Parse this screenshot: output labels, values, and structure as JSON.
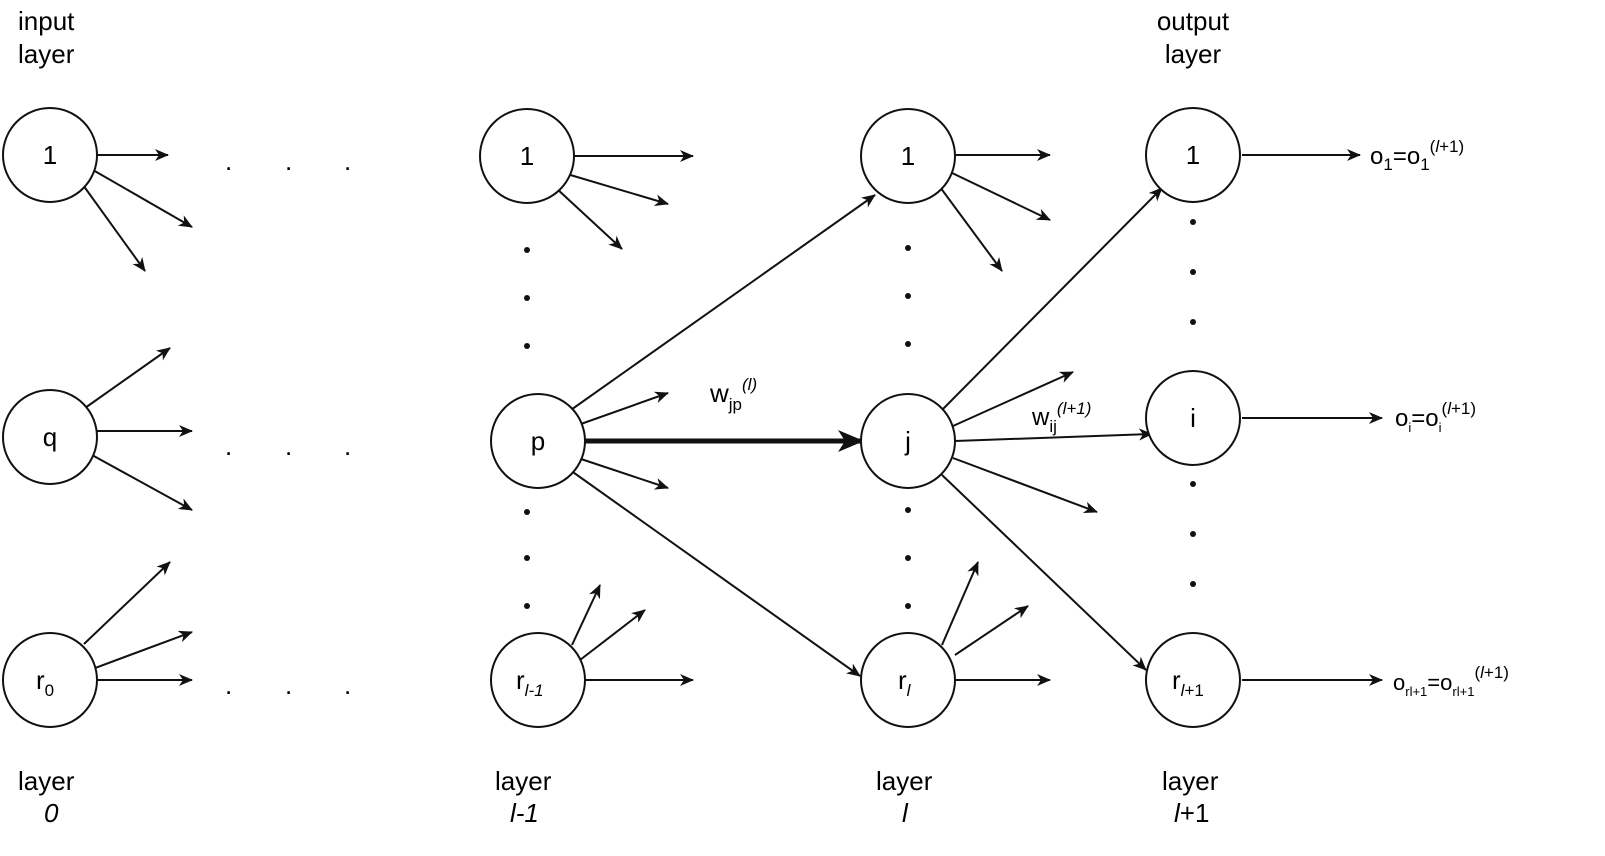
{
  "headers": {
    "input_top": [
      "input",
      "layer"
    ],
    "output_top": [
      "output",
      "layer"
    ]
  },
  "layers": {
    "layer0": {
      "word": "layer",
      "index": "0"
    },
    "layer_l_minus_1": {
      "word": "layer",
      "index": "l-1"
    },
    "layer_l": {
      "word": "layer",
      "index": "l"
    },
    "layer_l_plus_1": {
      "word": "layer",
      "index_italic": "l",
      "index_rest": "+1"
    }
  },
  "nodes": {
    "input": {
      "n1": "1",
      "q": "q",
      "r0_base": "r",
      "r0_sub": "0"
    },
    "prev": {
      "n1": "1",
      "p": "p",
      "r_base": "r",
      "r_sub": "l-1"
    },
    "hidden": {
      "n1": "1",
      "j": "j",
      "r_base": "r",
      "r_sub": "l"
    },
    "output": {
      "n1": "1",
      "i": "i",
      "r_base": "r",
      "r_sub_italic": "l",
      "r_sub_rest": "+1"
    }
  },
  "weights": {
    "wjp": {
      "base": "w",
      "sub": "jp",
      "sup": "(l)"
    },
    "wij": {
      "base": "w",
      "sub": "ij",
      "sup": "(l+1)"
    }
  },
  "outputs": {
    "o1": {
      "left": "o",
      "left_sub": "1",
      "eq": "=",
      "right": "o",
      "right_sub": "1",
      "sup_open": "(",
      "sup_italic": "l",
      "sup_rest": "+1)"
    },
    "oi": {
      "left": "o",
      "left_sub": "i",
      "eq": "=",
      "right": "o",
      "right_sub": "i",
      "sup_open": "(",
      "sup_italic": "l",
      "sup_rest": "+1)"
    },
    "or": {
      "left": "o",
      "left_sub": "rl+1",
      "eq": "=",
      "right": "o",
      "right_sub": "rl+1",
      "sup_open": "(",
      "sup_italic": "l",
      "sup_rest": "+1)"
    }
  },
  "ellipsis_dot": "."
}
